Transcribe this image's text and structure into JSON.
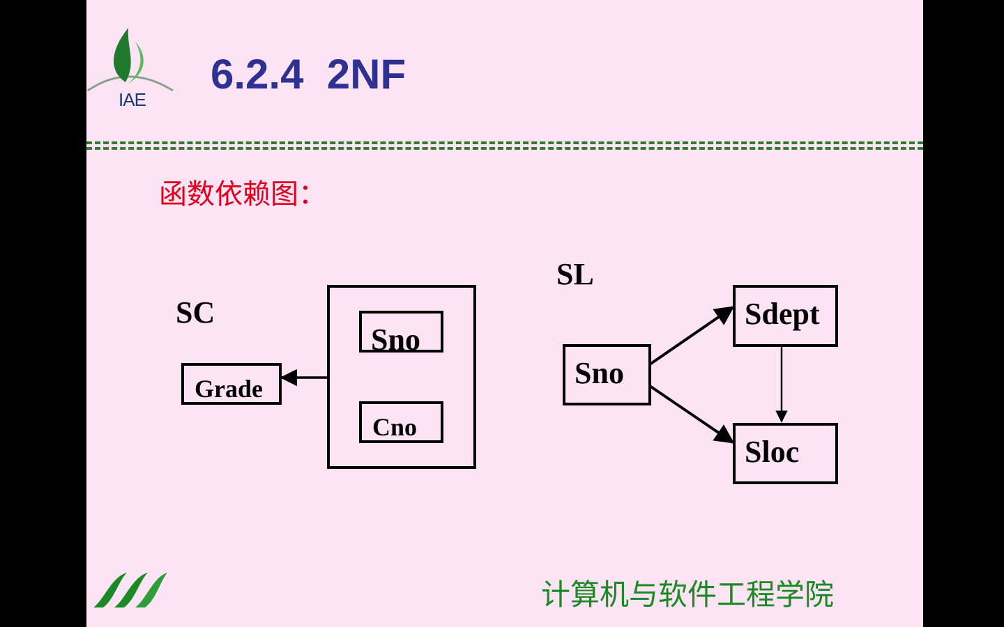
{
  "header": {
    "logo_text": "IAE",
    "title": "6.2.4  2NF"
  },
  "subtitle": "函数依赖图：",
  "diagram_sc": {
    "name": "SC",
    "boxes": {
      "grade": "Grade",
      "sno": "Sno",
      "cno": "Cno"
    }
  },
  "diagram_sl": {
    "name": "SL",
    "boxes": {
      "sno": "Sno",
      "sdept": "Sdept",
      "sloc": "Sloc"
    }
  },
  "footer": {
    "text": "计算机与软件工程学院"
  },
  "colors": {
    "slide_bg": "#fce4f4",
    "title": "#2e3192",
    "subtitle": "#e0001b",
    "divider": "#2e7d32",
    "footer": "#1b8a24"
  }
}
